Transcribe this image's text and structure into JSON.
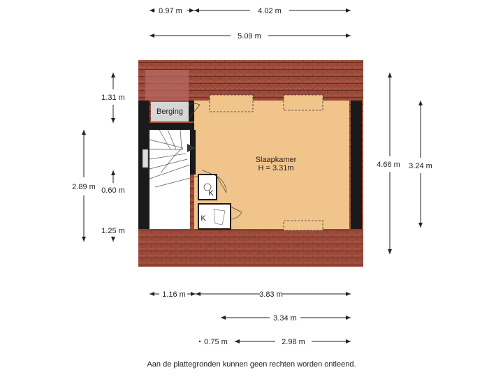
{
  "rooms": {
    "main_name": "Slaapkamer",
    "main_height": "H = 3.31m",
    "storage_name": "Berging",
    "closet_label_1": "K",
    "closet_label_2": "K"
  },
  "dimensions": {
    "top_row1_left": "0.97 m",
    "top_row1_right": "4.02 m",
    "top_row2": "5.09 m",
    "left_upper": "1.31 m",
    "left_middle": "0.60 m",
    "left_lower": "1.25 m",
    "left_outer": "2.89 m",
    "right_outer": "4.66 m",
    "right_inner": "3.24 m",
    "bottom_row1_left": "1.16 m",
    "bottom_row1_right": "3.83 m",
    "bottom_row2": "3.34 m",
    "bottom_row3_left": "0.75 m",
    "bottom_row3_right": "2.98 m"
  },
  "colors": {
    "roof_tile": "#9b4a3a",
    "floor": "#f0c48a",
    "wall": "#1a1a1a",
    "storage": "#d6d6d6"
  },
  "footer": {
    "disclaimer": "Aan de plattegronden kunnen geen rechten worden ontleend."
  }
}
